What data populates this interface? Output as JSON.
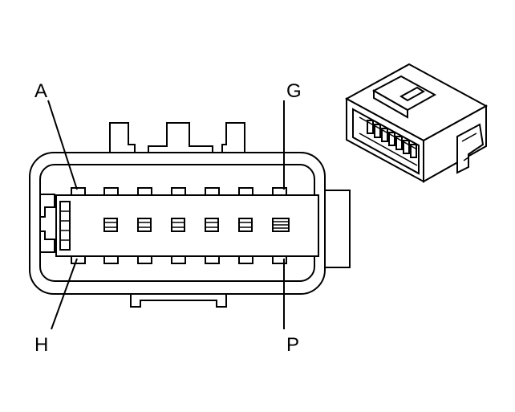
{
  "diagram": {
    "pin_labels": {
      "top_left": "A",
      "top_right": "G",
      "bottom_left": "H",
      "bottom_right": "P"
    },
    "colors": {
      "stroke": "#000000",
      "background": "#ffffff"
    }
  }
}
